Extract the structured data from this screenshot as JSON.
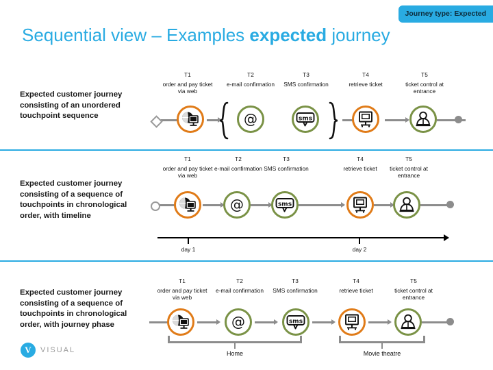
{
  "header": {
    "badge": "Journey type: Expected",
    "title_part1": "Sequential view – Examples ",
    "title_bold": "expected",
    "title_part2": " journey",
    "accent_blue": "#29ABE2"
  },
  "colors": {
    "orange": "#E07B18",
    "green": "#7A9246",
    "gray_line": "#8C8C8C",
    "text": "#111111"
  },
  "descriptions": {
    "row1": "Expected customer journey consisting of an unordered touchpoint sequence",
    "row2": "Expected customer journey consisting of a sequence of touchpoints in chronological order, with timeline",
    "row3": "Expected customer journey consisting of a sequence of touchpoints in chronological order, with journey phase"
  },
  "touchpoints": [
    {
      "code": "T1",
      "label": "order and pay ticket via web",
      "icon": "globe-monitor-icon",
      "ring": "orange"
    },
    {
      "code": "T2",
      "label": "e-mail confirmation",
      "icon": "at-sign-icon",
      "ring": "green"
    },
    {
      "code": "T3",
      "label": "SMS confirmation",
      "icon": "sms-bubble-icon",
      "ring": "green"
    },
    {
      "code": "T4",
      "label": "retrieve ticket",
      "icon": "ticket-kiosk-icon",
      "ring": "orange"
    },
    {
      "code": "T5",
      "label": "ticket control at entrance",
      "icon": "person-icon",
      "ring": "green"
    }
  ],
  "timeline": {
    "ticks": [
      {
        "label": "day 1"
      },
      {
        "label": "day 2"
      }
    ]
  },
  "phases": [
    {
      "label": "Home"
    },
    {
      "label": "Movie theatre"
    }
  ],
  "logo": {
    "mark": "V",
    "text": "VISUAL"
  }
}
